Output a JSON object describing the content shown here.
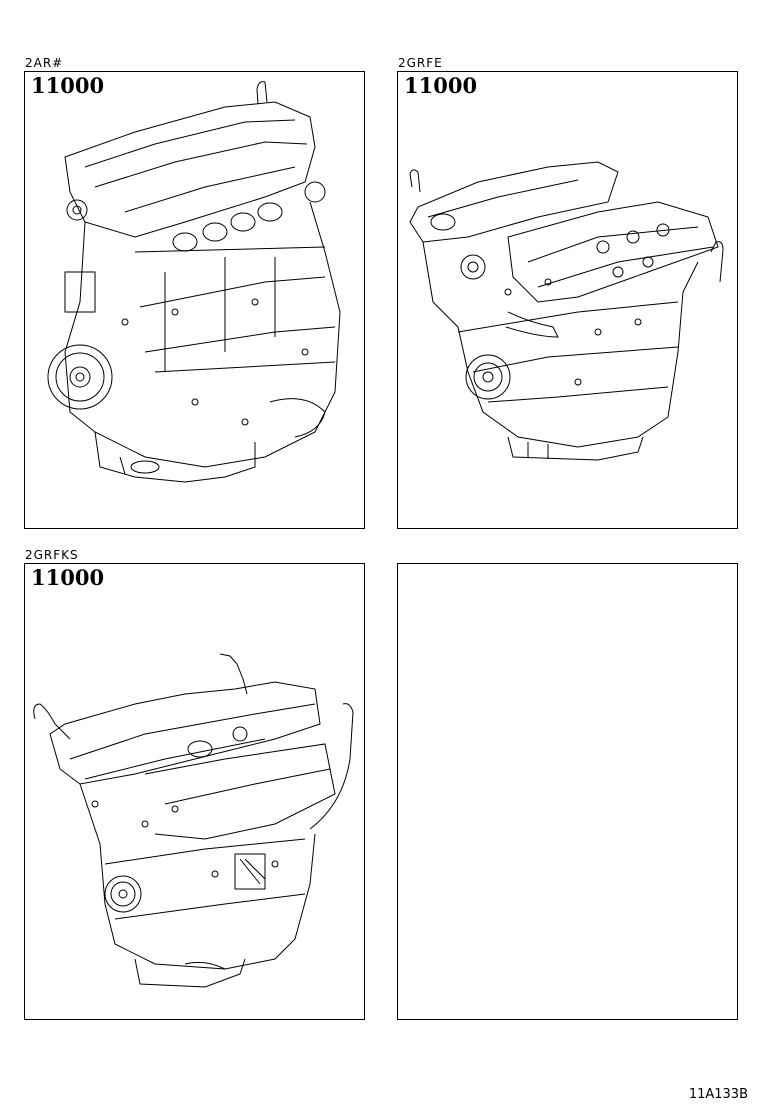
{
  "panels": [
    {
      "engine_code": "2AR#",
      "part_number": "11000",
      "illustration": "inline-4-engine-assembly"
    },
    {
      "engine_code": "2GRFE",
      "part_number": "11000",
      "illustration": "v6-engine-assembly"
    },
    {
      "engine_code": "2GRFKS",
      "part_number": "11000",
      "illustration": "v6-engine-assembly-fks"
    },
    {
      "engine_code": "",
      "part_number": "",
      "illustration": "empty"
    }
  ],
  "figure_code": "11A133B"
}
